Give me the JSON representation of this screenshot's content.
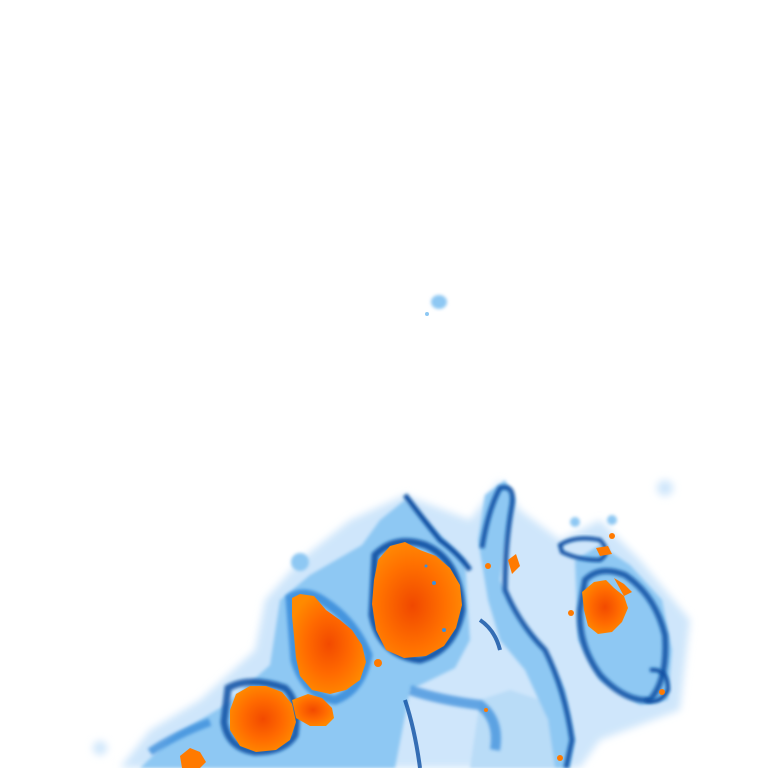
{
  "image": {
    "kind": "false-color intensity map",
    "background_color": "#ffffff",
    "palette": {
      "halo_faint": "#cfe6fb",
      "halo_light": "#8ec8f3",
      "halo_mid": "#3d8fdc",
      "halo_dark": "#0d4fa3",
      "core_outer": "#ff8a00",
      "core_mid": "#ff6a00",
      "core_hot": "#f24a00"
    },
    "regions": [
      {
        "name": "large-core-left",
        "level": "high"
      },
      {
        "name": "large-core-center",
        "level": "high"
      },
      {
        "name": "core-lower-left",
        "level": "high"
      },
      {
        "name": "core-small-right",
        "level": "high"
      },
      {
        "name": "streak-vertical",
        "level": "medium"
      },
      {
        "name": "isolated-speck",
        "level": "low"
      }
    ]
  }
}
